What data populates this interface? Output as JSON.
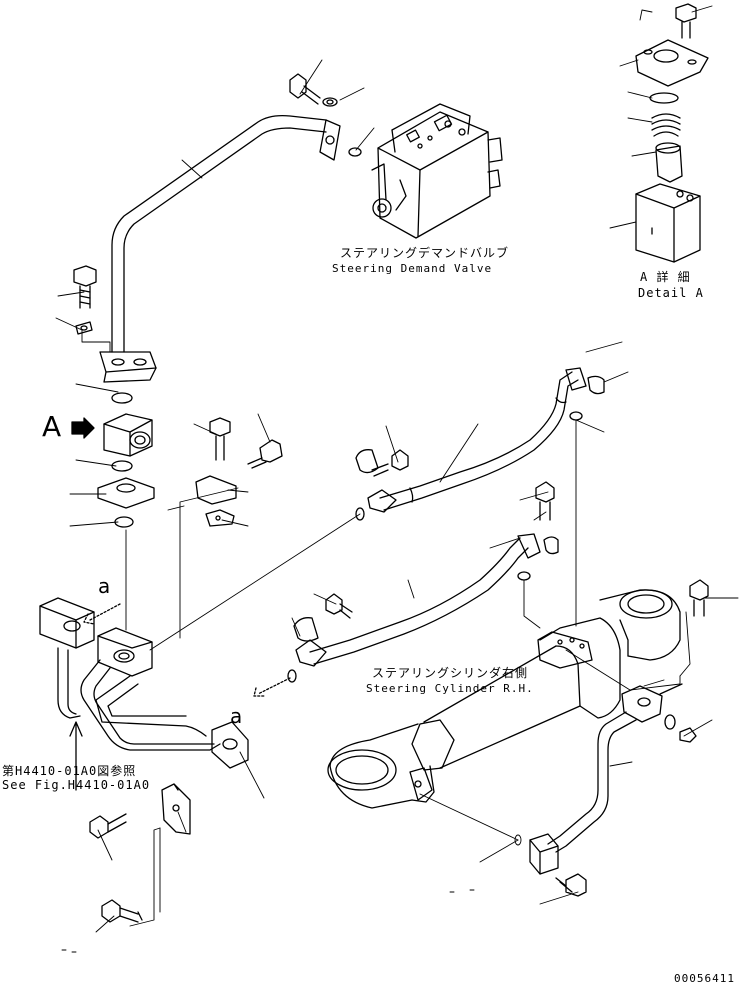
{
  "labels": {
    "valve_jp": "ステアリングデマンドバルブ",
    "valve_en": "Steering Demand Valve",
    "detail_jp": "A 詳 細",
    "detail_en": "Detail A",
    "cyl_jp": "ステアリングシリンダ右側",
    "cyl_en": "Steering Cylinder R.H.",
    "ref_jp": "第H4410-01A0図参照",
    "ref_en": "See Fig.H4410-01A0",
    "view_a": "A",
    "conn_a1": "a",
    "conn_a2": "a",
    "drawing_no": "00056411"
  }
}
